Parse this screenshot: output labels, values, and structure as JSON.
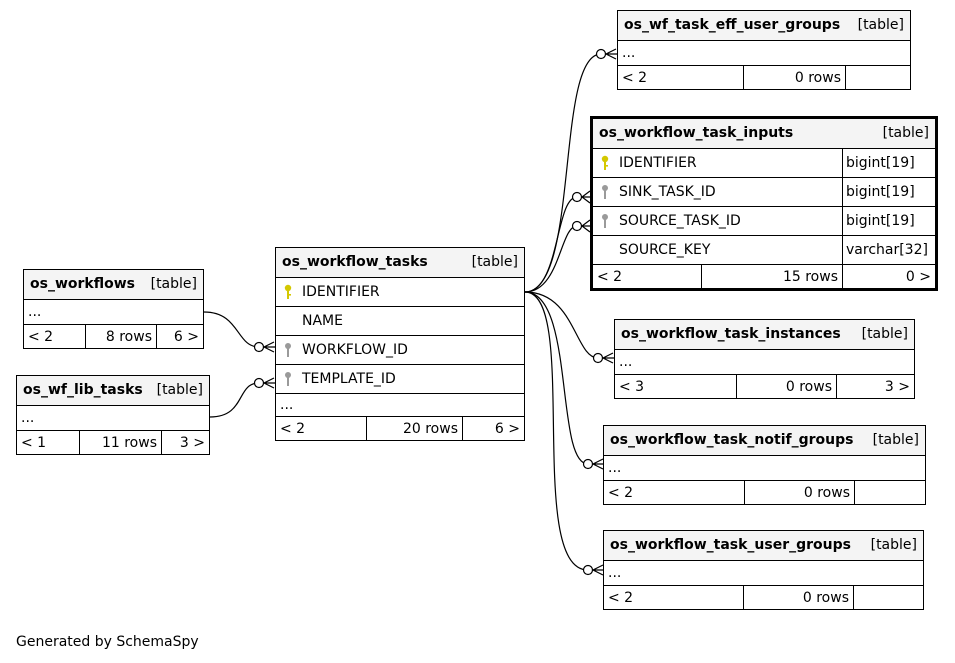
{
  "tables": {
    "wf_task_eff_user_groups": {
      "name": "os_wf_task_eff_user_groups",
      "tag": "[table]",
      "more": "...",
      "parents": "< 2",
      "rows": "0 rows",
      "children": ""
    },
    "workflow_task_inputs": {
      "name": "os_workflow_task_inputs",
      "tag": "[table]",
      "columns": [
        {
          "name": "IDENTIFIER",
          "type": "bigint[19]",
          "key": "primary"
        },
        {
          "name": "SINK_TASK_ID",
          "type": "bigint[19]",
          "key": "foreign"
        },
        {
          "name": "SOURCE_TASK_ID",
          "type": "bigint[19]",
          "key": "foreign"
        },
        {
          "name": "SOURCE_KEY",
          "type": "varchar[32]",
          "key": "none"
        }
      ],
      "parents": "< 2",
      "rows": "15 rows",
      "children": "0 >"
    },
    "workflow_task_instances": {
      "name": "os_workflow_task_instances",
      "tag": "[table]",
      "more": "...",
      "parents": "< 3",
      "rows": "0 rows",
      "children": "3 >"
    },
    "workflow_task_notif_groups": {
      "name": "os_workflow_task_notif_groups",
      "tag": "[table]",
      "more": "...",
      "parents": "< 2",
      "rows": "0 rows",
      "children": ""
    },
    "workflow_task_user_groups": {
      "name": "os_workflow_task_user_groups",
      "tag": "[table]",
      "more": "...",
      "parents": "< 2",
      "rows": "0 rows",
      "children": ""
    },
    "workflow_tasks": {
      "name": "os_workflow_tasks",
      "tag": "[table]",
      "columns": [
        {
          "name": "IDENTIFIER",
          "key": "primary"
        },
        {
          "name": "NAME",
          "key": "none"
        },
        {
          "name": "WORKFLOW_ID",
          "key": "foreign"
        },
        {
          "name": "TEMPLATE_ID",
          "key": "foreign"
        }
      ],
      "more": "...",
      "parents": "< 2",
      "rows": "20 rows",
      "children": "6 >"
    },
    "workflows": {
      "name": "os_workflows",
      "tag": "[table]",
      "more": "...",
      "parents": "< 2",
      "rows": "8 rows",
      "children": "6 >"
    },
    "wf_lib_tasks": {
      "name": "os_wf_lib_tasks",
      "tag": "[table]",
      "more": "...",
      "parents": "< 1",
      "rows": "11 rows",
      "children": "3 >"
    }
  },
  "colors": {
    "primary_key": "#d4c800",
    "foreign_key": "#9a9a9a",
    "header_bg": "#f4f4f4"
  },
  "footer": "Generated by SchemaSpy"
}
